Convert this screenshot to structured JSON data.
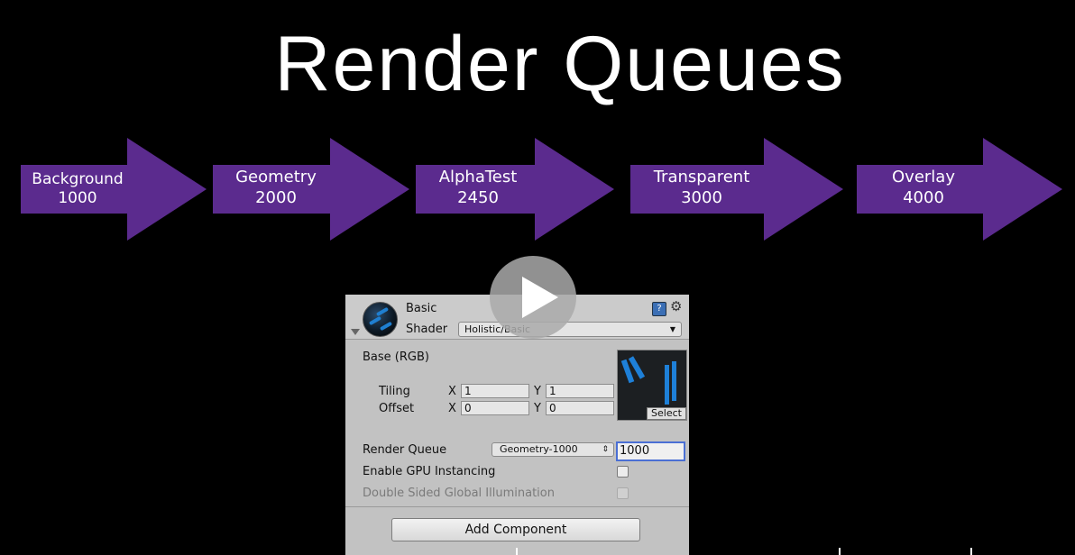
{
  "slide": {
    "title": "Render Queues",
    "arrows": [
      {
        "name": "Background",
        "value": "1000"
      },
      {
        "name": "Geometry",
        "value": "2000"
      },
      {
        "name": "AlphaTest",
        "value": "2450"
      },
      {
        "name": "Transparent",
        "value": "3000"
      },
      {
        "name": "Overlay",
        "value": "4000"
      }
    ],
    "colors": {
      "arrow": "#5b2b8e",
      "background": "#000000",
      "text": "#ffffff"
    }
  },
  "inspector": {
    "material_name": "Basic",
    "shader_label": "Shader",
    "shader_value": "Holistic/Basic",
    "base_label": "Base (RGB)",
    "tiling_label": "Tiling",
    "offset_label": "Offset",
    "x_label": "X",
    "y_label": "Y",
    "tiling_x": "1",
    "tiling_y": "1",
    "offset_x": "0",
    "offset_y": "0",
    "texture_select": "Select",
    "render_queue_label": "Render Queue",
    "render_queue_option": "Geometry-1000",
    "render_queue_value": "1000",
    "gpu_instancing_label": "Enable GPU Instancing",
    "double_sided_gi_label": "Double Sided Global Illumination",
    "add_component": "Add Component",
    "icons": {
      "help": "help-book-icon",
      "settings": "gear-icon",
      "foldout": "foldout-triangle-icon"
    }
  },
  "video": {
    "play_icon": "play-icon"
  }
}
